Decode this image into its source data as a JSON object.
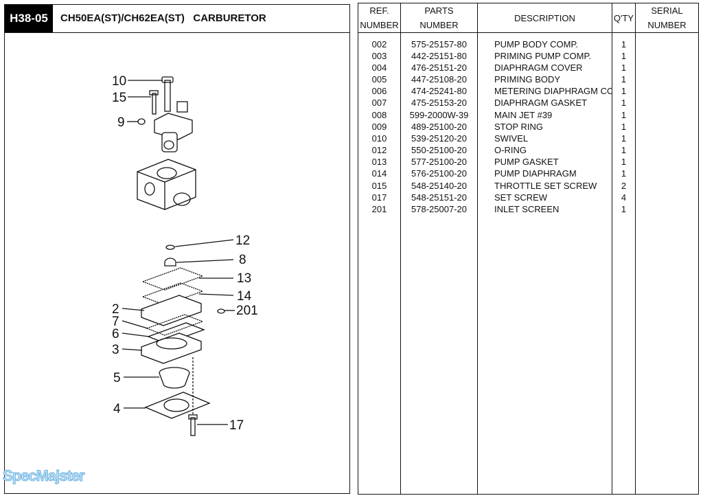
{
  "header": {
    "code": "H38-05",
    "title": "CH50EA(ST)/CH62EA(ST)   CARBURETOR"
  },
  "watermark": "SpecMajster",
  "table": {
    "columns": [
      {
        "line1": "REF.",
        "line2": "NUMBER"
      },
      {
        "line1": "PARTS",
        "line2": "NUMBER"
      },
      {
        "line1": "DESCRIPTION",
        "line2": ""
      },
      {
        "line1": "Q'TY",
        "line2": ""
      },
      {
        "line1": "SERIAL",
        "line2": "NUMBER"
      }
    ],
    "rows": [
      {
        "ref": "002",
        "part": "575-25157-80",
        "desc": "PUMP BODY COMP.",
        "qty": "1"
      },
      {
        "ref": "003",
        "part": "442-25151-80",
        "desc": "PRIMING PUMP COMP.",
        "qty": "1"
      },
      {
        "ref": "004",
        "part": "476-25151-20",
        "desc": "DIAPHRAGM COVER",
        "qty": "1"
      },
      {
        "ref": "005",
        "part": "447-25108-20",
        "desc": "PRIMING BODY",
        "qty": "1"
      },
      {
        "ref": "006",
        "part": "474-25241-80",
        "desc": "METERING DIAPHRAGM CO",
        "qty": "1"
      },
      {
        "ref": "007",
        "part": "475-25153-20",
        "desc": "DIAPHRAGM GASKET",
        "qty": "1"
      },
      {
        "ref": "008",
        "part": "599-2000W-39",
        "desc": "MAIN JET #39",
        "qty": "1"
      },
      {
        "ref": "009",
        "part": "489-25100-20",
        "desc": "STOP RING",
        "qty": "1"
      },
      {
        "ref": "010",
        "part": "539-25120-20",
        "desc": "SWIVEL",
        "qty": "1"
      },
      {
        "ref": "012",
        "part": "550-25100-20",
        "desc": "O-RING",
        "qty": "1"
      },
      {
        "ref": "013",
        "part": "577-25100-20",
        "desc": "PUMP GASKET",
        "qty": "1"
      },
      {
        "ref": "014",
        "part": "576-25100-20",
        "desc": "PUMP DIAPHRAGM",
        "qty": "1"
      },
      {
        "ref": "015",
        "part": "548-25140-20",
        "desc": "THROTTLE SET SCREW",
        "qty": "2"
      },
      {
        "ref": "017",
        "part": "548-25151-20",
        "desc": "SET SCREW",
        "qty": "4"
      },
      {
        "ref": "201",
        "part": "578-25007-20",
        "desc": "INLET SCREEN",
        "qty": "1"
      }
    ]
  },
  "callouts": [
    "10",
    "15",
    "9",
    "12",
    "8",
    "13",
    "14",
    "201",
    "2",
    "7",
    "6",
    "3",
    "5",
    "4",
    "17"
  ]
}
